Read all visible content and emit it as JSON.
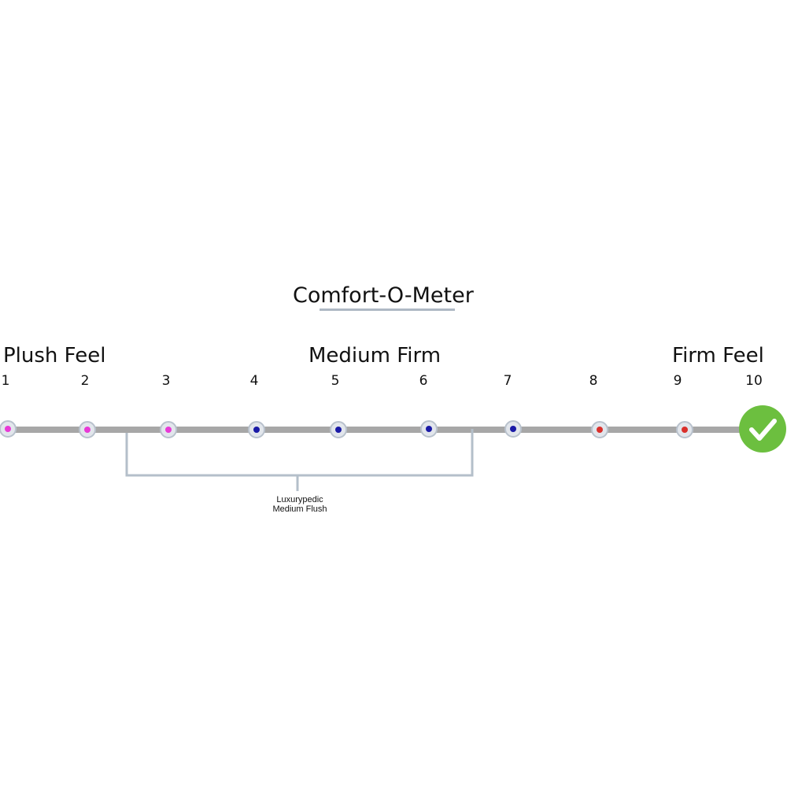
{
  "title": "Comfort-O-Meter",
  "range_labels": {
    "left": "Plush Feel",
    "middle": "Medium Firm",
    "right": "Firm Feel"
  },
  "scale": {
    "ticks": [
      "1",
      "2",
      "3",
      "4",
      "5",
      "6",
      "7",
      "8",
      "9",
      "10"
    ],
    "selected": 10,
    "dot_colors": [
      "#e83ad6",
      "#e83ad6",
      "#e83ad6",
      "#1a1aa6",
      "#1a1aa6",
      "#1a1aa6",
      "#1a1aa6",
      "#d9302c",
      "#d9302c"
    ],
    "track_color": "#a7a7a7",
    "check_color": "#6cbf3f",
    "check_icon": "checkmark-icon"
  },
  "annotation": {
    "line1": "Luxurypedic",
    "line2": "Medium Flush"
  }
}
